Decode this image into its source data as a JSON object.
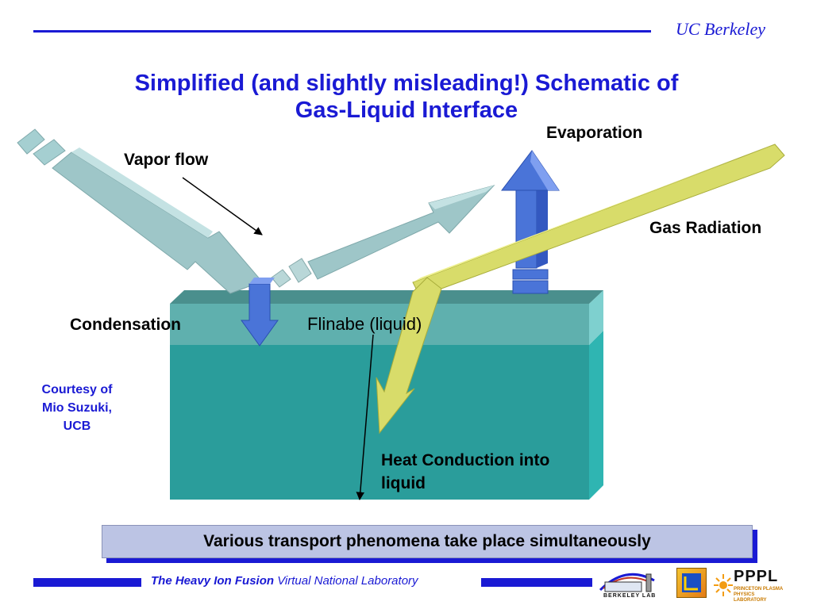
{
  "header": {
    "org": "UC Berkeley"
  },
  "title_lines": [
    "Simplified (and slightly misleading!) Schematic of",
    "Gas-Liquid Interface"
  ],
  "diagram": {
    "labels": {
      "evaporation": "Evaporation",
      "vapor_flow": "Vapor flow",
      "gas_radiation": "Gas Radiation",
      "condensation": "Condensation",
      "liquid": "Flinabe (liquid)",
      "heat_conduction": [
        "Heat Conduction into",
        "liquid"
      ]
    },
    "credit_lines": [
      "Courtesy of",
      "Mio Suzuki,",
      "UCB"
    ],
    "colors": {
      "liquid_top": "#5fb0ae",
      "liquid_front": "#2a9d9b",
      "vapor_arrow": "#9ec6c8",
      "evaporation_arrow": "#4a74d8",
      "radiation_arrow": "#d8dc6a",
      "accent": "#1a1ad4"
    }
  },
  "summary": "Various transport phenomena take place simultaneously",
  "footer": {
    "text_parts": [
      "The Heavy Ion Fusion ",
      "Virtual National Laboratory"
    ],
    "logos": {
      "lbl": "BERKELEY LAB",
      "pppl": "PPPL",
      "pppl_subtitle": [
        "PRINCETON PLASMA",
        "PHYSICS LABORATORY"
      ]
    }
  }
}
